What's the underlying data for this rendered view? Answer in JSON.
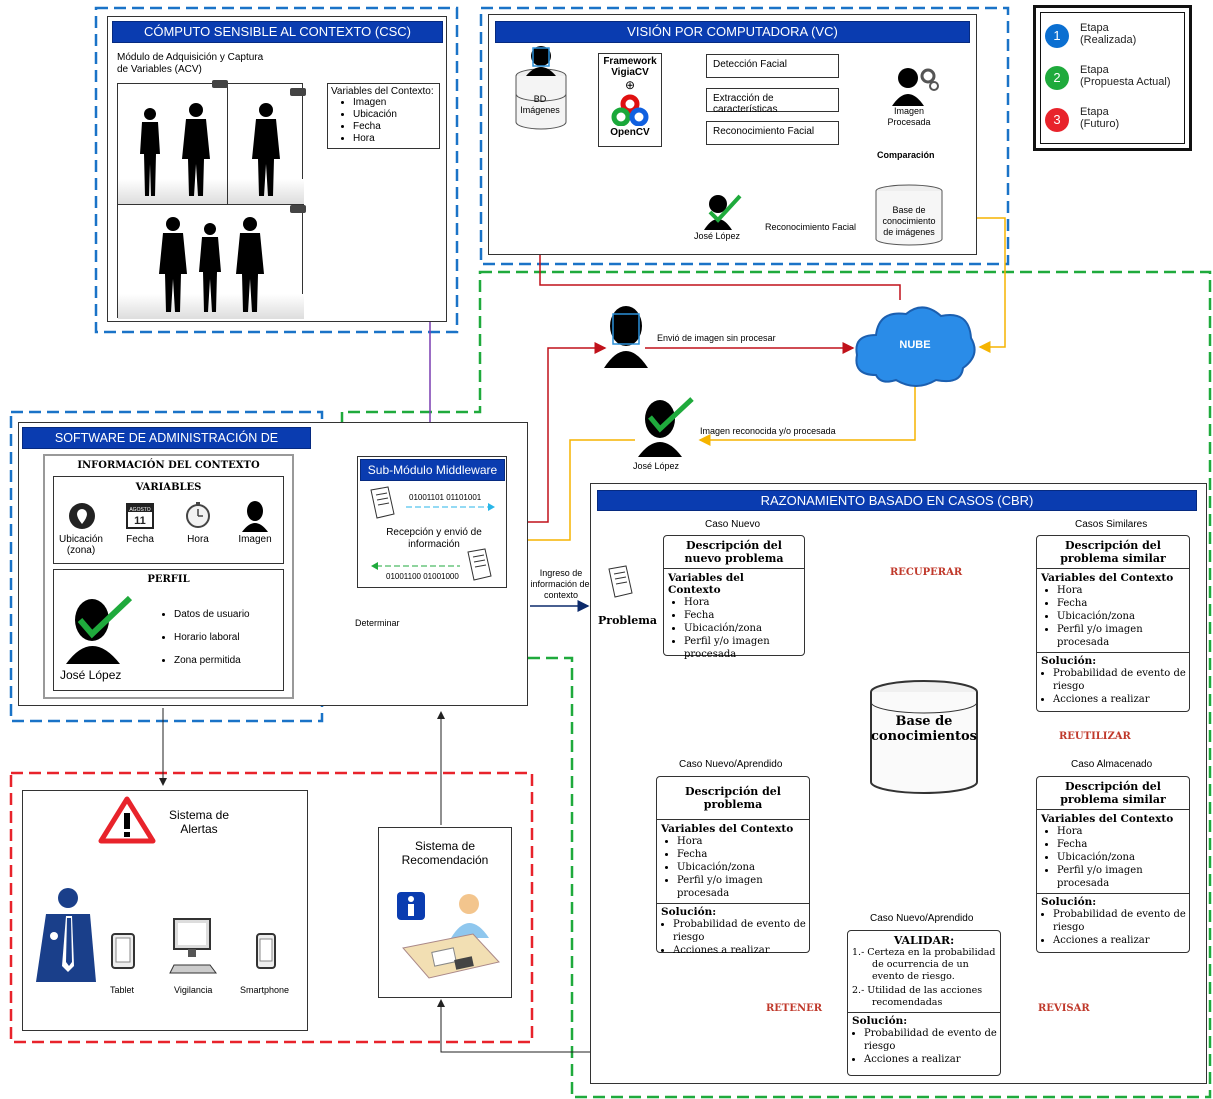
{
  "legend": {
    "items": [
      {
        "num": "1",
        "line1": "Etapa",
        "line2": "(Realizada)",
        "color": "#0b6fd1"
      },
      {
        "num": "2",
        "line1": "Etapa",
        "line2": "(Propuesta Actual)",
        "color": "#1faa3c"
      },
      {
        "num": "3",
        "line1": "Etapa",
        "line2": "(Futuro)",
        "color": "#e8232b"
      }
    ]
  },
  "csc": {
    "title": "CÓMPUTO SENSIBLE AL CONTEXTO (CSC)",
    "acv_label": "Módulo de Adquisición y Captura de Variables (ACV)",
    "vars_title": "Variables del Contexto:",
    "vars": [
      "Imagen",
      "Ubicación",
      "Fecha",
      "Hora"
    ]
  },
  "vc": {
    "title": "VISIÓN POR COMPUTADORA (VC)",
    "bd": "BD Imágenes",
    "framework": "Framework VigiaCV",
    "opencv": "OpenCV",
    "steps": [
      "Detección Facial",
      "Extracción de características",
      "Reconocimiento Facial"
    ],
    "processed": "Imagen Procesada",
    "comparison": "Comparación",
    "kb": "Base de conocimiento de imágenes",
    "recog": "Reconocimiento Facial",
    "person": "José López"
  },
  "cloud": {
    "label": "NUBE",
    "send": "Envió de imagen sin procesar",
    "recv": "Imagen reconocida y/o procesada",
    "person": "José López"
  },
  "sap": {
    "title": "SOFTWARE DE ADMINISTRACIÓN DE PERFILES",
    "info_title": "INFORMACIÓN DEL CONTEXTO",
    "vars_title": "VARIABLES",
    "vars": [
      "Ubicación (zona)",
      "Fecha",
      "Hora",
      "Imagen"
    ],
    "calendar_month": "AGOSTO",
    "calendar_day": "11",
    "profile_title": "PERFIL",
    "profile_items": [
      "Datos de usuario",
      "Horario laboral",
      "Zona permitida"
    ],
    "person": "José López"
  },
  "middleware": {
    "title": "Sub-Módulo Middleware",
    "bits1": "01001101 01101001",
    "desc": "Recepción y envió de información",
    "bits2": "01001100 01001000",
    "determine": "Determinar",
    "ingress": "Ingreso de información del contexto"
  },
  "alerts": {
    "title": "Sistema de Alertas",
    "devices": [
      "Tablet",
      "Vigilancia",
      "Smartphone"
    ]
  },
  "recommend": {
    "title": "Sistema de Recomendación"
  },
  "cbr": {
    "title": "RAZONAMIENTO BASADO EN CASOS (CBR)",
    "problem": "Problema",
    "new_case_label": "Caso Nuevo",
    "new_case": {
      "title": "Descripción del nuevo problema",
      "vars_title": "Variables del Contexto",
      "vars": [
        "Hora",
        "Fecha",
        "Ubicación/zona",
        "Perfil y/o imagen procesada"
      ]
    },
    "similar_label": "Casos Similares",
    "similar": {
      "title": "Descripción del problema similar",
      "vars_title": "Variables del Contexto",
      "vars": [
        "Hora",
        "Fecha",
        "Ubicación/zona",
        "Perfil y/o imagen procesada"
      ],
      "sol_title": "Solución:",
      "sol": [
        "Probabilidad de evento de riesgo",
        "Acciones a realizar"
      ]
    },
    "recuperar": "RECUPERAR",
    "reutilizar": "REUTILIZAR",
    "retener": "RETENER",
    "revisar": "REVISAR",
    "kb": "Base de conocimientos",
    "learned_label": "Caso Nuevo/Aprendido",
    "learned": {
      "title": "Descripción del problema",
      "vars_title": "Variables del Contexto",
      "vars": [
        "Hora",
        "Fecha",
        "Ubicación/zona",
        "Perfil y/o imagen procesada"
      ],
      "sol_title": "Solución:",
      "sol": [
        "Probabilidad de evento de riesgo",
        "Acciones a realizar"
      ]
    },
    "stored_label": "Caso Almacenado",
    "stored": {
      "title": "Descripción del problema similar",
      "vars_title": "Variables del Contexto",
      "vars": [
        "Hora",
        "Fecha",
        "Ubicación/zona",
        "Perfil y/o imagen procesada"
      ],
      "sol_title": "Solución:",
      "sol": [
        "Probabilidad de evento de riesgo",
        "Acciones a realizar"
      ]
    },
    "validate_label": "Caso Nuevo/Aprendido",
    "validate": {
      "title": "VALIDAR:",
      "items": [
        "1.- Certeza en la probabilidad de ocurrencia de un evento de riesgo.",
        "2.- Utilidad de las acciones recomendadas"
      ],
      "sol_title": "Solución:",
      "sol": [
        "Probabilidad de evento de riesgo",
        "Acciones a realizar"
      ]
    }
  }
}
